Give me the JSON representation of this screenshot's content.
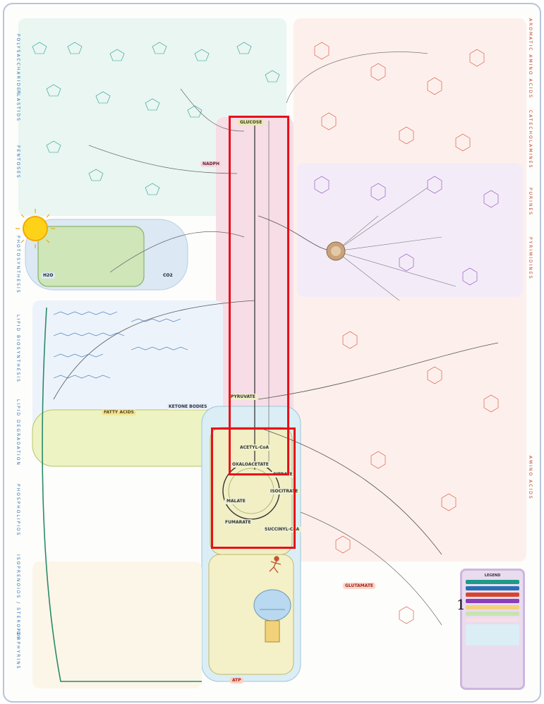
{
  "side_labels_left": [
    "POLYSACCHARIDES",
    "PLASTIDS",
    "PENTOSES",
    "PHOTOSYNTHESIS",
    "LIPID BIOSYNTHESIS",
    "LIPID DEGRADATION",
    "PHOSPHOLIPIDS",
    "ISOPRENOIDS / STEROIDS",
    "PORPHYRINS"
  ],
  "side_labels_right": [
    "AROMATIC AMINO ACIDS",
    "CATECHOLAMINES",
    "PURINES",
    "PYRIMIDINES",
    "AMINO ACIDS"
  ],
  "key_metabolites": {
    "glucose": "GLUCOSE",
    "pyruvate": "PYRUVATE",
    "acetyl_coa": "ACETYL-CoA",
    "oxaloacetate": "OXALOACETATE",
    "citrate": "CITRATE",
    "malate": "MALATE",
    "fumarate": "FUMARATE",
    "succinyl_coa": "SUCCINYL-CoA",
    "isocitrate": "ISOCITRATE",
    "glutamate": "GLUTAMATE",
    "fatty_acids": "FATTY ACIDS",
    "ketone_bodies": "KETONE BODIES",
    "atp": "ATP",
    "co2": "CO2",
    "h2o": "H2O",
    "nadph": "NADPH"
  },
  "legend": {
    "title": "LEGEND"
  },
  "page_number": "1",
  "colors": {
    "highlight": "#e8101a",
    "carbohydrate": "#1e9a8a",
    "lipid": "#2a6fb5",
    "amino_acid": "#d8452f",
    "nucleotide": "#8a3fb8",
    "photosynthesis_bg": "#dbe7f2",
    "mitochondria_bg": "#f4f0c8",
    "glycolysis_bg": "#f6dbe4"
  }
}
